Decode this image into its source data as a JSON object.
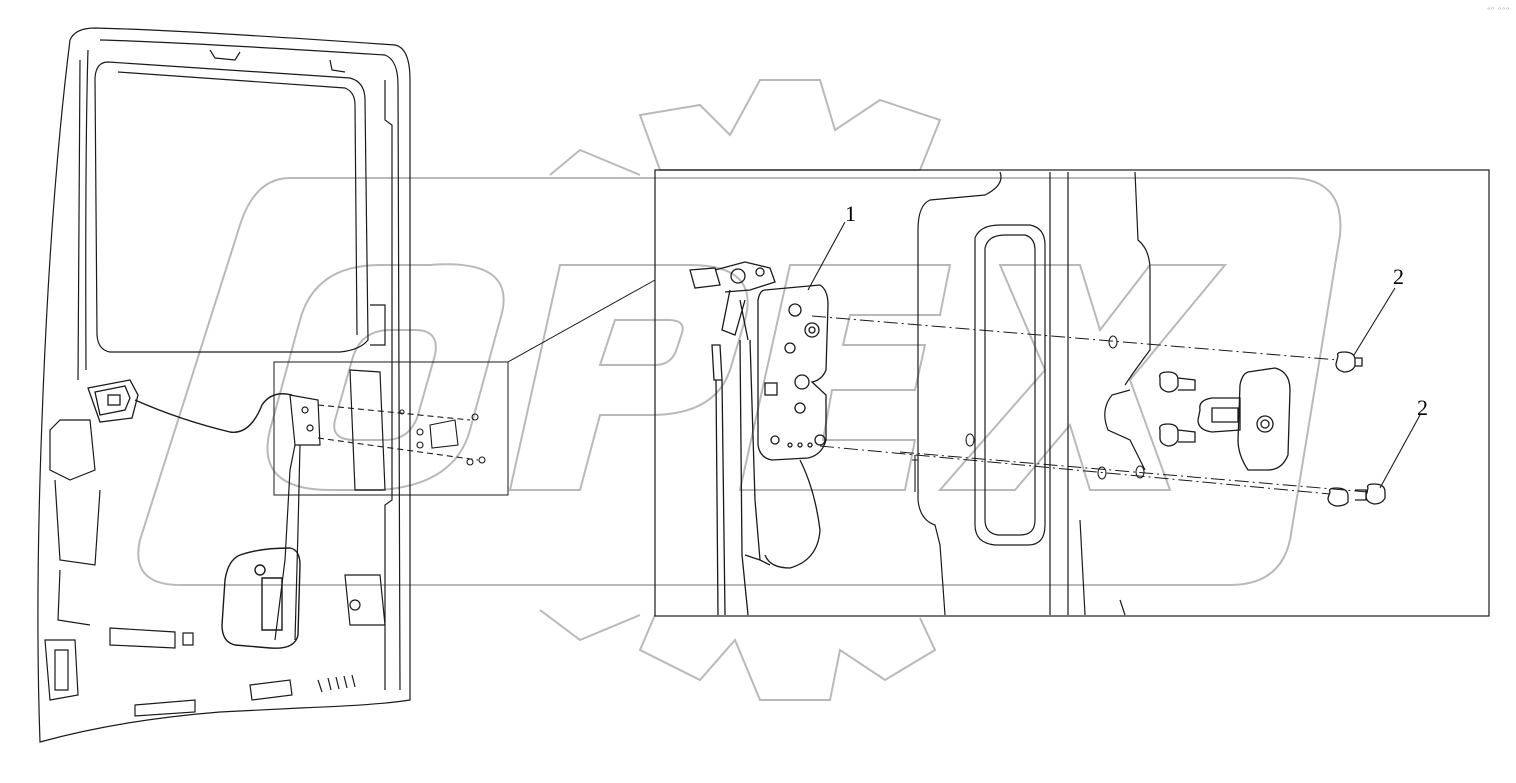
{
  "diagram": {
    "watermark_text": "OPEX",
    "callouts": [
      {
        "label": "1"
      },
      {
        "label": "2"
      },
      {
        "label": "2"
      }
    ],
    "corner_mark": "ᵊ⁰ ᵒᵒᵒ"
  },
  "colors": {
    "line": "#1a1a1a",
    "watermark": "#b9b9b9",
    "background": "#ffffff"
  }
}
